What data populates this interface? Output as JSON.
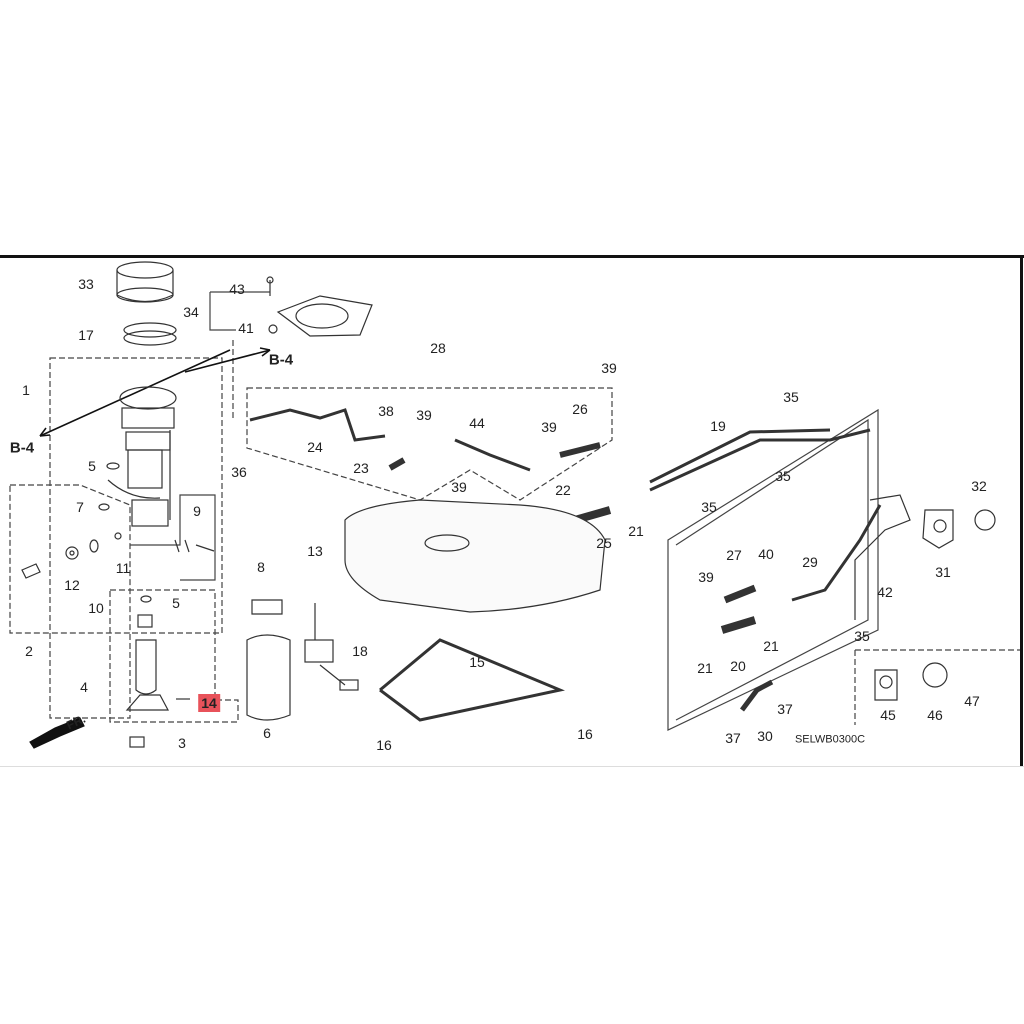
{
  "diagram": {
    "code": "SELWB0300C",
    "front_marker": "FR.",
    "ref_left": "B-4",
    "ref_right": "B-4",
    "highlight_color": "#e8525a",
    "highlighted_part": "14",
    "callouts": [
      "33",
      "43",
      "34",
      "41",
      "17",
      "1",
      "36",
      "5",
      "7",
      "9",
      "11",
      "12",
      "10",
      "8",
      "5",
      "2",
      "4",
      "14",
      "3",
      "6",
      "28",
      "39",
      "38",
      "39",
      "44",
      "39",
      "26",
      "24",
      "23",
      "39",
      "22",
      "25",
      "21",
      "13",
      "18",
      "15",
      "16",
      "16",
      "19",
      "35",
      "35",
      "35",
      "32",
      "31",
      "42",
      "27",
      "40",
      "29",
      "39",
      "35",
      "21",
      "20",
      "21",
      "37",
      "37",
      "30",
      "45",
      "46",
      "47"
    ]
  }
}
